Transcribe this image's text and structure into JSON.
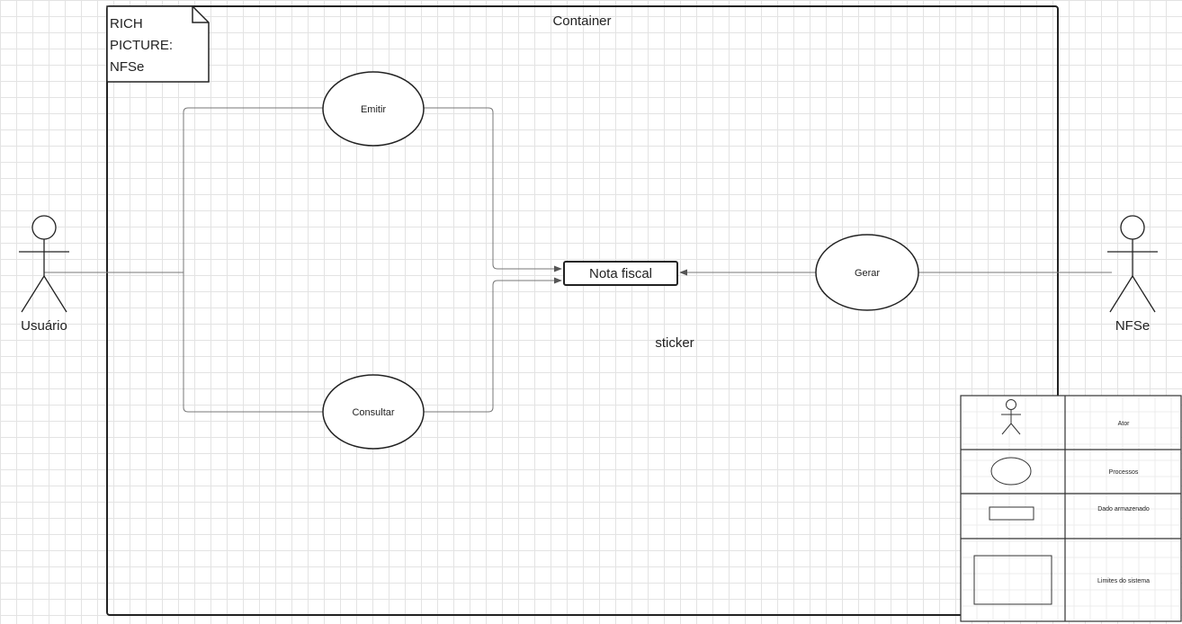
{
  "note": {
    "lines": [
      "RICH",
      "PICTURE:",
      "NFSe"
    ]
  },
  "container": {
    "label": "Container"
  },
  "sticker": {
    "label": "sticker"
  },
  "actors": {
    "left": {
      "label": "Usuário"
    },
    "right": {
      "label": "NFSe"
    }
  },
  "processes": {
    "emitir": "Emitir",
    "consultar": "Consultar",
    "gerar": "Gerar"
  },
  "data_store": {
    "label": "Nota fiscal"
  },
  "legend": {
    "rows": [
      {
        "label": "Ator",
        "symbol": "actor"
      },
      {
        "label": "Processos",
        "symbol": "ellipse"
      },
      {
        "label": "Dado armazenado",
        "symbol": "rect-small"
      },
      {
        "label": "Limites do sistema",
        "symbol": "rect-large"
      }
    ]
  }
}
